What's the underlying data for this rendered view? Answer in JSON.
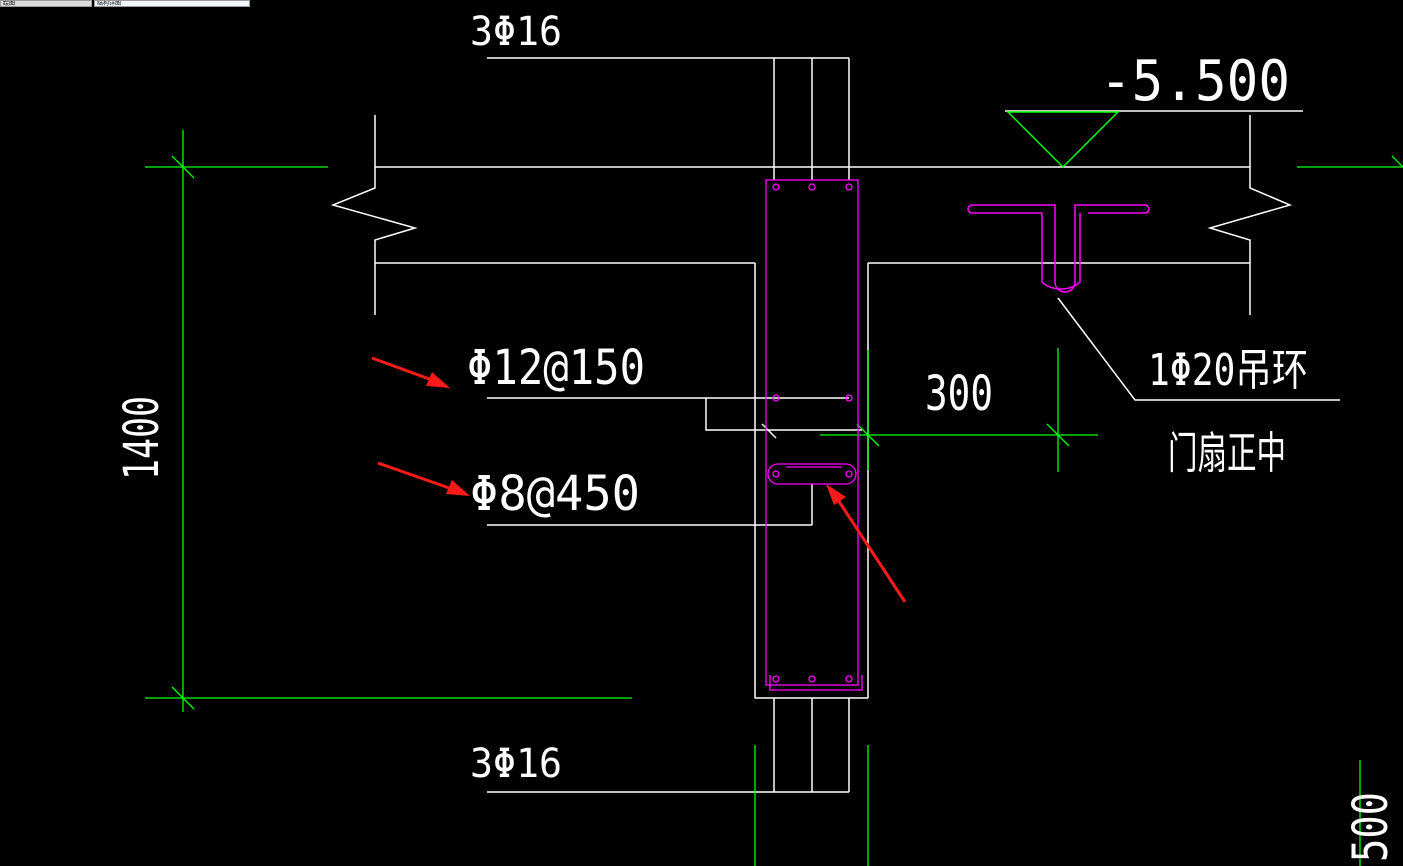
{
  "tabs": [
    {
      "label": "绘图"
    },
    {
      "label": "结构详图"
    }
  ],
  "colors": {
    "background": "#000000",
    "structure": "#ffffff",
    "dimension": "#00ff00",
    "rebar": "#ff00ff",
    "annotation_arrow": "#ff1a1a"
  },
  "annotations": {
    "top_bars": "3Φ16",
    "bottom_bars": "3Φ16",
    "elevation": "-5.500",
    "stirrup": "Φ12@150",
    "tie_bar": "Φ8@450",
    "dimension_300": "300",
    "dimension_1400": "1400",
    "dimension_500": "500",
    "lifting_ring": "1Φ20吊环",
    "door_leaf_center": "门扇正中"
  }
}
